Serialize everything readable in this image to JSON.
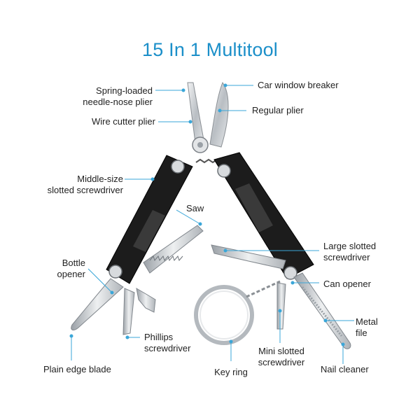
{
  "title": "15 In 1 Multitool",
  "colors": {
    "accent": "#1b8fc9",
    "leader": "#3aa6d8",
    "handle": "#1c1c1c",
    "steel": "#c9cdd1"
  },
  "labels": {
    "spring_loaded": [
      "Spring-loaded",
      "needle-nose plier"
    ],
    "wire_cutter": "Wire cutter plier",
    "middle_screwdriver": [
      "Middle-size",
      "slotted screwdriver"
    ],
    "saw": "Saw",
    "bottle_opener": [
      "Bottle",
      "opener"
    ],
    "phillips": [
      "Phillips",
      "screwdriver"
    ],
    "plain_blade": "Plain edge blade",
    "key_ring": "Key ring",
    "car_window": "Car window breaker",
    "regular_plier": "Regular plier",
    "large_slotted": [
      "Large slotted",
      "screwdriver"
    ],
    "can_opener": "Can opener",
    "metal_file": [
      "Metal",
      "file"
    ],
    "mini_slotted": [
      "Mini slotted",
      "screwdriver"
    ],
    "nail_cleaner": "Nail cleaner"
  }
}
